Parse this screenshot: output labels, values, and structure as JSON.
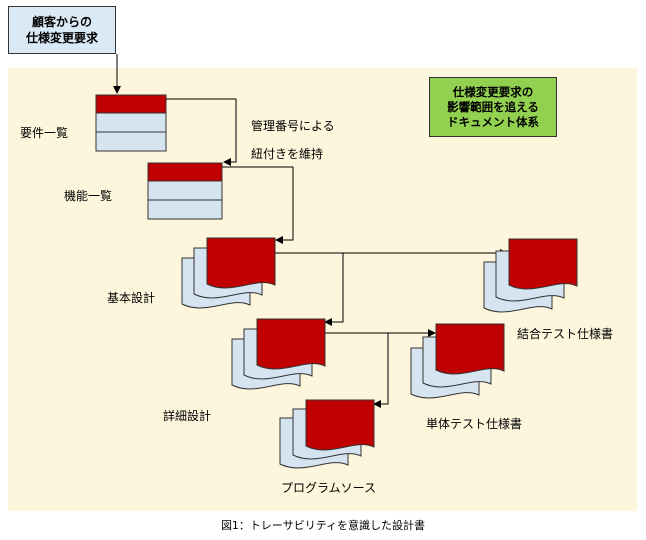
{
  "customer_request": {
    "line1": "顧客からの",
    "line2": "仕様変更要求"
  },
  "trace_note": {
    "line1": "仕様変更要求の",
    "line2": "影響範囲を追える",
    "line3": "ドキュメント体系"
  },
  "annotation": {
    "line1": "管理番号による",
    "line2": "紐付きを維持"
  },
  "documents": {
    "requirements_list": "要件一覧",
    "function_list": "機能一覧",
    "basic_design": "基本設計",
    "detailed_design": "詳細設計",
    "program_source": "プログラムソース",
    "integration_test_spec": "結合テスト仕様書",
    "unit_test_spec": "単体テスト仕様書"
  },
  "caption": "図1：トレーサビリティを意識した設計書",
  "colors": {
    "panel_bg": "#fdf6dc",
    "doc_header_red": "#c00000",
    "doc_body_blue": "#d6e4f2",
    "note_green": "#92d050",
    "customer_box_blue": "#dae9f6"
  }
}
